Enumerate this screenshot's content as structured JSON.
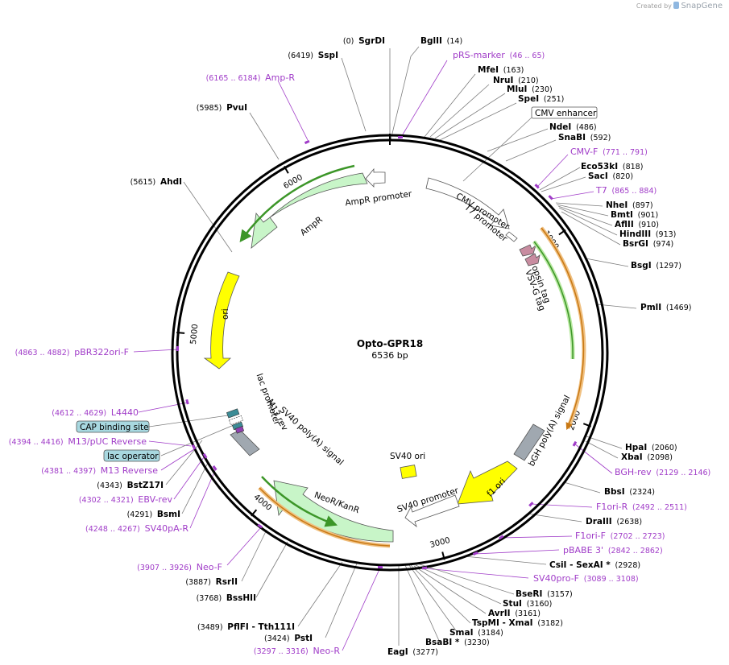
{
  "credit": {
    "prefix": "Created by",
    "brand": "SnapGene"
  },
  "plasmid": {
    "name": "Opto-GPR18",
    "length_label": "6536 bp",
    "length": 6536
  },
  "colors": {
    "site": "#000000",
    "primer": "#a03cc8",
    "leader": "#7d7d7d",
    "ampr": "#c8f5c8",
    "promoter": "#ffffff",
    "ori": "#ffff00",
    "gray_feature": "#a0a8b0",
    "teal": "#3c8c96",
    "orf_orange": "#f0a030",
    "orf_green": "#3c9628",
    "tag_pink": "#c88ca0",
    "label_box_fill": "#a8d8e0"
  },
  "tick_labels": [
    {
      "text": "1000",
      "bp": 1000
    },
    {
      "text": "2000",
      "bp": 2000
    },
    {
      "text": "3000",
      "bp": 3000
    },
    {
      "text": "4000",
      "bp": 4000
    },
    {
      "text": "5000",
      "bp": 5000
    },
    {
      "text": "6000",
      "bp": 6000
    }
  ],
  "features": [
    {
      "label": "AmpR promoter"
    },
    {
      "label": "AmpR"
    },
    {
      "label": "ori"
    },
    {
      "label": "CMV promoter"
    },
    {
      "label": "T7 promoter"
    },
    {
      "label": "opsin tag"
    },
    {
      "label": "VSV-G tag"
    },
    {
      "label": "lac promoter"
    },
    {
      "label": "M13 rev"
    },
    {
      "label": "SV40 poly(A) signal"
    },
    {
      "label": "NeoR/KanR"
    },
    {
      "label": "SV40 promoter"
    },
    {
      "label": "SV40 ori"
    },
    {
      "label": "f1 ori"
    },
    {
      "label": "bGH poly(A) signal"
    }
  ],
  "boxed_labels": [
    "CMV enhancer",
    "CAP binding site",
    "lac operator"
  ],
  "right_annotations": [
    {
      "type": "site",
      "pos": "(0)",
      "name": "SgrDI"
    },
    {
      "type": "site",
      "name": "BglII",
      "pos": "(14)"
    },
    {
      "type": "primer",
      "name": "pRS-marker",
      "pos": "(46 .. 65)"
    },
    {
      "type": "site",
      "name": "MfeI",
      "pos": "(163)"
    },
    {
      "type": "site",
      "name": "NruI",
      "pos": "(210)"
    },
    {
      "type": "site",
      "name": "MluI",
      "pos": "(230)"
    },
    {
      "type": "site",
      "name": "SpeI",
      "pos": "(251)"
    },
    {
      "type": "site",
      "name": "NdeI",
      "pos": "(486)"
    },
    {
      "type": "site",
      "name": "SnaBI",
      "pos": "(592)"
    },
    {
      "type": "primer",
      "name": "CMV-F",
      "pos": "(771 .. 791)"
    },
    {
      "type": "site",
      "name": "Eco53kI",
      "pos": "(818)"
    },
    {
      "type": "site",
      "name": "SacI",
      "pos": "(820)"
    },
    {
      "type": "primer",
      "name": "T7",
      "pos": "(865 .. 884)"
    },
    {
      "type": "site",
      "name": "NheI",
      "pos": "(897)"
    },
    {
      "type": "site",
      "name": "BmtI",
      "pos": "(901)"
    },
    {
      "type": "site",
      "name": "AflII",
      "pos": "(910)"
    },
    {
      "type": "site",
      "name": "HindIII",
      "pos": "(913)"
    },
    {
      "type": "site",
      "name": "BsrGI",
      "pos": "(974)"
    },
    {
      "type": "site",
      "name": "BsgI",
      "pos": "(1297)"
    },
    {
      "type": "site",
      "name": "PmlI",
      "pos": "(1469)"
    },
    {
      "type": "site",
      "name": "HpaI",
      "pos": "(2060)"
    },
    {
      "type": "site",
      "name": "XbaI",
      "pos": "(2098)"
    },
    {
      "type": "primer",
      "name": "BGH-rev",
      "pos": "(2129 .. 2146)"
    },
    {
      "type": "site",
      "name": "BbsI",
      "pos": "(2324)"
    },
    {
      "type": "primer",
      "name": "F1ori-R",
      "pos": "(2492 .. 2511)"
    },
    {
      "type": "site",
      "name": "DraIII",
      "pos": "(2638)"
    },
    {
      "type": "primer",
      "name": "F1ori-F",
      "pos": "(2702 .. 2723)"
    },
    {
      "type": "primer",
      "name": "pBABE 3'",
      "pos": "(2842 .. 2862)"
    },
    {
      "type": "site",
      "name": "CsiI - SexAI *",
      "pos": "(2928)"
    },
    {
      "type": "primer",
      "name": "SV40pro-F",
      "pos": "(3089 .. 3108)"
    },
    {
      "type": "site",
      "name": "BseRI",
      "pos": "(3157)"
    },
    {
      "type": "site",
      "name": "StuI",
      "pos": "(3160)"
    },
    {
      "type": "site",
      "name": "AvrII",
      "pos": "(3161)"
    },
    {
      "type": "site",
      "name": "TspMI - XmaI",
      "pos": "(3182)"
    },
    {
      "type": "site",
      "name": "SmaI",
      "pos": "(3184)"
    },
    {
      "type": "site",
      "name": "BsaBI *",
      "pos": "(3230)"
    },
    {
      "type": "site",
      "name": "EagI",
      "pos": "(3277)"
    }
  ],
  "left_annotations": [
    {
      "type": "site",
      "name": "SspI",
      "pos": "(6419)"
    },
    {
      "type": "primer",
      "name": "Amp-R",
      "pos": "(6165 .. 6184)"
    },
    {
      "type": "site",
      "name": "PvuI",
      "pos": "(5985)"
    },
    {
      "type": "site",
      "name": "AhdI",
      "pos": "(5615)"
    },
    {
      "type": "primer",
      "name": "pBR322ori-F",
      "pos": "(4863 .. 4882)"
    },
    {
      "type": "primer",
      "name": "L4440",
      "pos": "(4612 .. 4629)"
    },
    {
      "type": "primer",
      "name": "M13/pUC Reverse",
      "pos": "(4394 .. 4416)"
    },
    {
      "type": "primer",
      "name": "M13 Reverse",
      "pos": "(4381 .. 4397)"
    },
    {
      "type": "site",
      "name": "BstZ17I",
      "pos": "(4343)"
    },
    {
      "type": "primer",
      "name": "EBV-rev",
      "pos": "(4302 .. 4321)"
    },
    {
      "type": "site",
      "name": "BsmI",
      "pos": "(4291)"
    },
    {
      "type": "primer",
      "name": "SV40pA-R",
      "pos": "(4248 .. 4267)"
    },
    {
      "type": "primer",
      "name": "Neo-F",
      "pos": "(3907 .. 3926)"
    },
    {
      "type": "site",
      "name": "RsrII",
      "pos": "(3887)"
    },
    {
      "type": "site",
      "name": "BssHII",
      "pos": "(3768)"
    },
    {
      "type": "site",
      "name": "PflFI - Tth111I",
      "pos": "(3489)"
    },
    {
      "type": "site",
      "name": "PstI",
      "pos": "(3424)"
    },
    {
      "type": "primer",
      "name": "Neo-R",
      "pos": "(3297 .. 3316)"
    }
  ]
}
